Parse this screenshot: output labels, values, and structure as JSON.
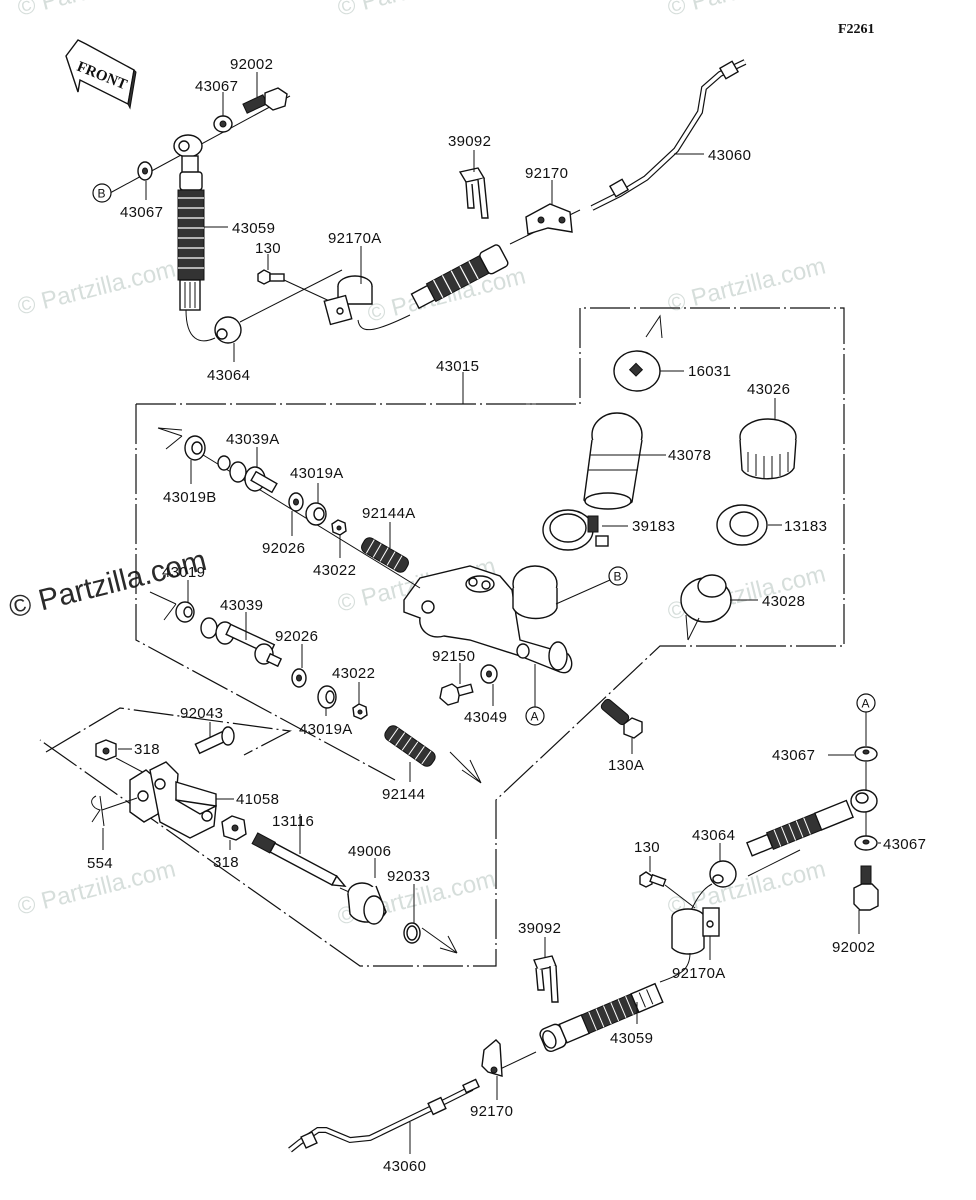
{
  "diagram": {
    "figure_code": "F2261",
    "front_arrow_text": "FRONT",
    "watermark_text": "© Partzilla.com",
    "reference_markers": {
      "a": "A",
      "b": "B"
    },
    "upper_hose_assembly": {
      "banjo_bolt": "92002",
      "washer_upper": "43067",
      "washer_lower": "43067",
      "hose": "43059",
      "grommet": "43064",
      "bolt": "130",
      "clamp": "92170A",
      "clip": "39092",
      "bracket": "92170",
      "pipe": "43060"
    },
    "master_cylinder_assembly": {
      "assembly": "43015",
      "diaphragm": "16031",
      "cap": "43026",
      "reservoir_hose": "43078",
      "hose_clamp": "39183",
      "ring_nut": "13183",
      "grommet": "43028",
      "cup_secondary": "43019B",
      "piston_a": "43039A",
      "cup_a": "43019A",
      "washer_a": "92026",
      "retainer_a": "43022",
      "spring_a": "92144A",
      "cup": "43019",
      "piston": "43039",
      "washer": "92026",
      "retainer": "43022",
      "cup_primary": "43019A",
      "spring": "92144",
      "bleed_screw": "92150",
      "bleed_cap": "43049",
      "mount_bolt": "130A"
    },
    "push_rod_assembly": {
      "pin": "92043",
      "nut_upper": "318",
      "clevis": "41058",
      "cotter_pin": "554",
      "nut_lower": "318",
      "push_rod": "13116",
      "boot": "49006",
      "circlip": "92033"
    },
    "lower_hose_assembly": {
      "washer_upper": "43067",
      "washer_lower": "43067",
      "banjo_bolt": "92002",
      "grommet": "43064",
      "bolt": "130",
      "clamp": "92170A",
      "clip": "39092",
      "hose": "43059",
      "bracket": "92170",
      "pipe": "43060"
    }
  }
}
